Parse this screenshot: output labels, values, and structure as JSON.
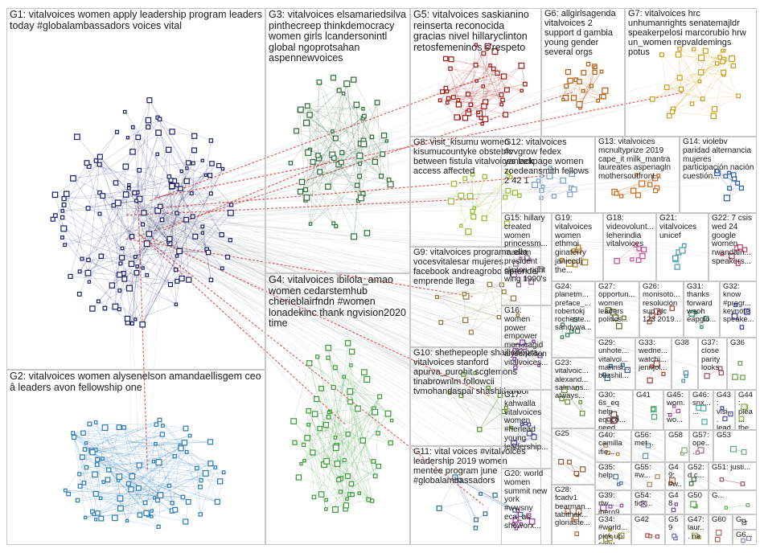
{
  "graph": {
    "edge_color": "#9aa0a6",
    "highlight_edge_color": "#d42020",
    "groups": [
      {
        "id": "G1",
        "label": "G1: vitalvoices women apply leadership program leaders today #globalambassadors voices vital",
        "color": "#1a1f6b",
        "nodes": 140
      },
      {
        "id": "G2",
        "label": "G2: vitalvoices women alysenelson amandaellisgem ceo â leaders avon fellowship one",
        "color": "#2a7ab8",
        "nodes": 90
      },
      {
        "id": "G3",
        "label": "G3: vitalvoices elsamariedsilva pinthecreep thinkdemocracy women girls lcandersonintl global ngoprotsahan aspennewvoices",
        "color": "#2e6b3a",
        "nodes": 60
      },
      {
        "id": "G4",
        "label": "G4: vitalvoices ibilola_amao women cedarstemhub cherieblairfndn #women lonadekinc thank ngvision2020 time",
        "color": "#3a9a3a",
        "nodes": 70
      },
      {
        "id": "G5",
        "label": "G5: vitalvoices saskianino reinserta reconocida gracias nivel hillaryclinton retosfemeninos s'respeto",
        "color": "#a01818",
        "nodes": 45
      },
      {
        "id": "G6",
        "label": "G6: allgirlsagenda vitalvoices 2 support d gambia young gender several orgs",
        "color": "#b85a10",
        "nodes": 22
      },
      {
        "id": "G7",
        "label": "G7: vitalvoices hrc unhumanrights senatemajldr speakerpelosi marcorubio hrw un_women repvaldemings potus",
        "color": "#c8a020",
        "nodes": 30
      },
      {
        "id": "G8",
        "label": "G8: visit_kisumu women kisumucountyke obstetric between fistula vitalvoices lack access affected",
        "color": "#9ab830",
        "nodes": 20
      },
      {
        "id": "G9",
        "label": "G9: vitalvoices programa ella vocesvitalesar mujeres facebook andreagrobo aprende emprende llega",
        "color": "#8a7a40",
        "nodes": 12
      },
      {
        "id": "G10",
        "label": "G10: shethepeople shailichopra vitalvoices stanford apurva_purohit scglemons tinabrownlm followcii tvmohandaspai shashitharoor",
        "color": "#5a8a2a",
        "nodes": 10
      },
      {
        "id": "G11",
        "label": "G11: vital voices #vitalvoices leadership 2019 women mentee program june #globalambassadors",
        "color": "#3a6a9a",
        "nodes": 10
      },
      {
        "id": "G12",
        "label": "G12: vitalvoices #vvgrow fedex yaneekpage women zoedeansmith fellows 2 42 1",
        "color": "#7aa0c8",
        "nodes": 14
      },
      {
        "id": "G13",
        "label": "G13: vitalvoices mcnultyprize 2019 cape_it milk_mantra laureates aspenagln mothersoutfront...",
        "color": "#c86a20",
        "nodes": 12
      },
      {
        "id": "G14",
        "label": "G14: violebv paridad alternancia mujeres participación nación cuestión...",
        "color": "#2a5aa8",
        "nodes": 10
      },
      {
        "id": "G15",
        "label": "G15: hillary created women princessm... madam president clinton right wing 1990's",
        "color": "#8a6a8a",
        "nodes": 9
      },
      {
        "id": "G16",
        "label": "G16: women power empower men icagid alysenelson vitalvoices...",
        "color": "#6a3a8a",
        "nodes": 9
      },
      {
        "id": "G17",
        "label": "G17: kahwalla vitalvoices women #herlead young leadership...",
        "color": "#4a4a9a",
        "nodes": 8
      },
      {
        "id": "G18",
        "label": "G18: videovolunt... leherindia vitalvoices",
        "color": "#c84a8a",
        "nodes": 7
      },
      {
        "id": "G19",
        "label": "G19: vitalvoices women ethmoi ginaterry janicedĵ the...",
        "color": "#b87a20",
        "nodes": 7
      },
      {
        "id": "G20",
        "label": "G20: world women summit new york #wwsny eca_as sheworx...",
        "color": "#9a3a9a",
        "nodes": 7
      },
      {
        "id": "G21",
        "label": "G21: vitalvoices unicef",
        "color": "#4a9aa8",
        "nodes": 6
      },
      {
        "id": "G22",
        "label": "G22: 7 csis wed 24 google women rwandain... speakers...",
        "color": "#c83a6a",
        "nodes": 6
      },
      {
        "id": "G23",
        "label": "G23: vitalvoic... alexand... salmans... always...",
        "color": "#6a8a3a",
        "nodes": 6
      },
      {
        "id": "G24",
        "label": "G24: planetm... preface_... robertokj rocheste... sandywa...",
        "color": "#3a7a5a",
        "nodes": 6
      },
      {
        "id": "G25",
        "label": "G25",
        "color": "#8a5a3a",
        "nodes": 5
      },
      {
        "id": "G26",
        "label": "G26: monisoto... resolución sup jdc 123 2019...",
        "color": "#a84a3a",
        "nodes": 5
      },
      {
        "id": "G27",
        "label": "G27: opportun... women leaders politics...",
        "color": "#5a6a2a",
        "nodes": 5
      },
      {
        "id": "G28",
        "label": "G28: fcadv1 bearman... tabithak... gloriaste...",
        "color": "#aa6a3a",
        "nodes": 5
      },
      {
        "id": "G29",
        "label": "G29: unhote... vitalvoi... mannsi... buzshil...",
        "color": "#3a5a8a",
        "nodes": 5
      },
      {
        "id": "G30",
        "label": "G30: 6s_eq help eq_co... need...",
        "color": "#6a3a3a",
        "nodes": 5
      },
      {
        "id": "G31",
        "label": "G31: thanks forward waoh eapglo...",
        "color": "#2a8a6a",
        "nodes": 4
      },
      {
        "id": "G32",
        "label": "G32: know #progr... keynote speake...",
        "color": "#3a3aaa",
        "nodes": 4
      },
      {
        "id": "G33",
        "label": "G33: wedne... watchi... jennjol...",
        "color": "#a83a3a",
        "nodes": 4
      },
      {
        "id": "G34",
        "label": "G34: #world... pick up copy...",
        "color": "#8a8a2a",
        "nodes": 4
      },
      {
        "id": "G35",
        "label": "G35: help",
        "color": "#4a6aaa",
        "nodes": 3
      },
      {
        "id": "G36",
        "label": "G36",
        "color": "#6a9a4a",
        "nodes": 3
      },
      {
        "id": "G37",
        "label": "G37: close parity looks",
        "color": "#9a4a6a",
        "nodes": 3
      },
      {
        "id": "G38",
        "label": "G38",
        "color": "#4a8aaa",
        "nodes": 3
      },
      {
        "id": "G39",
        "label": "G39: rtw... ibero9...",
        "color": "#8a4aaa",
        "nodes": 3
      },
      {
        "id": "G40",
        "label": "G40: camilla ifie...",
        "color": "#aa8a4a",
        "nodes": 3
      },
      {
        "id": "G41",
        "label": "G41",
        "color": "#4aaa6a",
        "nodes": 3
      },
      {
        "id": "G42",
        "label": "G42",
        "color": "#aa4a4a",
        "nodes": 3
      },
      {
        "id": "G43",
        "label": "G43: visi... lead...",
        "color": "#4a4aaa",
        "nodes": 3
      },
      {
        "id": "G44",
        "label": "G44: plea... the...",
        "color": "#8aaa4a",
        "nodes": 3
      },
      {
        "id": "G45",
        "label": "G45: wom... wo...",
        "color": "#aa4a8a",
        "nodes": 3
      },
      {
        "id": "G46",
        "label": "G46: snx... ...",
        "color": "#4aaaaa",
        "nodes": 3
      },
      {
        "id": "G47",
        "label": "G47: laur... na",
        "color": "#aaaa4a",
        "nodes": 2
      },
      {
        "id": "G48",
        "label": "G48",
        "color": "#6a4aaa",
        "nodes": 2
      },
      {
        "id": "G49",
        "label": "G49: #w...",
        "color": "#aa6a4a",
        "nodes": 2
      },
      {
        "id": "G50",
        "label": "G50",
        "color": "#4aaa4a",
        "nodes": 2
      },
      {
        "id": "G51",
        "label": "G51: justi...",
        "color": "#aa4a6a",
        "nodes": 2
      },
      {
        "id": "G52",
        "label": "G52: d c...",
        "color": "#4a6a4a",
        "nodes": 2
      },
      {
        "id": "G53",
        "label": "G53",
        "color": "#6aaa8a",
        "nodes": 2
      },
      {
        "id": "G54",
        "label": "G54: tick...",
        "color": "#8a6aaa",
        "nodes": 2
      },
      {
        "id": "G55",
        "label": "G55: #w...",
        "color": "#aa8a6a",
        "nodes": 2
      },
      {
        "id": "G56",
        "label": "G56: met...",
        "color": "#6a8aaa",
        "nodes": 2
      },
      {
        "id": "G57",
        "label": "G57: ope...",
        "color": "#aa6a8a",
        "nodes": 2
      },
      {
        "id": "G58",
        "label": "G58",
        "color": "#8aaa6a",
        "nodes": 2
      },
      {
        "id": "G59",
        "label": "G59",
        "color": "#6a6aaa",
        "nodes": 2
      },
      {
        "id": "G60",
        "label": "G60",
        "color": "#aa6a6a",
        "nodes": 2
      },
      {
        "id": "G61",
        "label": "G...",
        "color": "#6aaa6a",
        "nodes": 2
      },
      {
        "id": "G62",
        "label": "G...",
        "color": "#6a6a6a",
        "nodes": 2
      },
      {
        "id": "G63",
        "label": "G6...",
        "color": "#8a8aaa",
        "nodes": 2
      }
    ]
  }
}
